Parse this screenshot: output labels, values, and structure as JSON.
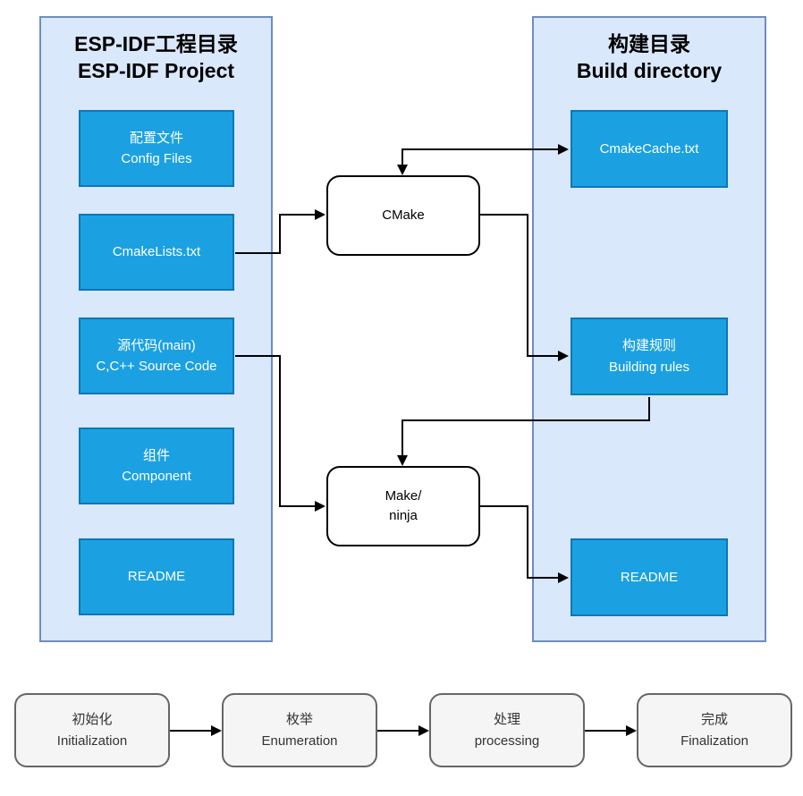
{
  "diagram": {
    "left_panel": {
      "title_line1": "ESP-IDF工程目录",
      "title_line2": "ESP-IDF Project",
      "boxes": [
        {
          "line1": "配置文件",
          "line2": "Config Files"
        },
        {
          "line1": "CmakeLists.txt",
          "line2": ""
        },
        {
          "line1": "源代码(main)",
          "line2": "C,C++ Source Code"
        },
        {
          "line1": "组件",
          "line2": "Component"
        },
        {
          "line1": "README",
          "line2": ""
        }
      ]
    },
    "right_panel": {
      "title_line1": "构建目录",
      "title_line2": "Build directory",
      "boxes": [
        {
          "line1": "CmakeCache.txt",
          "line2": ""
        },
        {
          "line1": "构建规则",
          "line2": "Building rules"
        },
        {
          "line1": "README",
          "line2": ""
        }
      ]
    },
    "process_nodes": [
      {
        "line1": "CMake",
        "line2": ""
      },
      {
        "line1": "Make/",
        "line2": "ninja"
      }
    ],
    "flow_nodes": [
      {
        "line1": "初始化",
        "line2": "Initialization"
      },
      {
        "line1": "枚举",
        "line2": "Enumeration"
      },
      {
        "line1": "处理",
        "line2": "processing"
      },
      {
        "line1": "完成",
        "line2": "Finalization"
      }
    ],
    "colors": {
      "panel_fill": "#dae8fc",
      "panel_border": "#6c8ebf",
      "box_fill": "#1ba1e2",
      "box_border": "#0d76b8",
      "box_text": "#ffffff",
      "process_node_fill": "#ffffff",
      "process_node_border": "#000000",
      "flow_node_fill": "#f5f5f5",
      "flow_node_border": "#666666",
      "arrow": "#000000"
    }
  }
}
